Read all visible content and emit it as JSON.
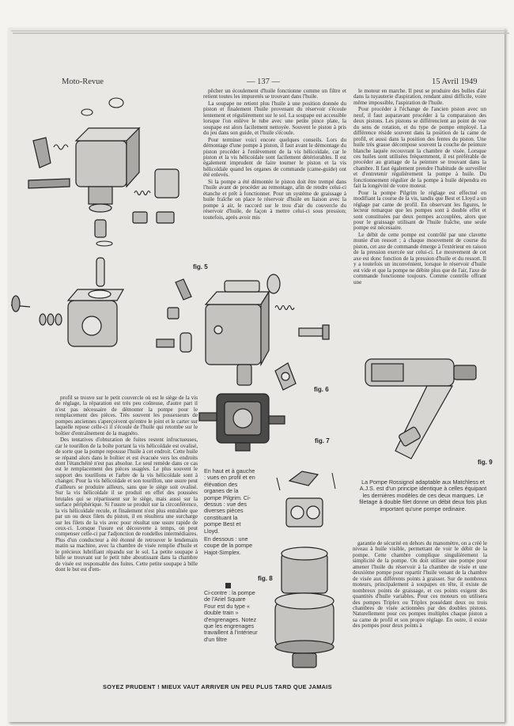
{
  "header": {
    "magazine": "Moto-Revue",
    "page_number": "— 137 —",
    "date": "15 Avril 1949"
  },
  "figures": {
    "fig5": "fig. 5",
    "fig6": "fig. 6",
    "fig7": "fig. 7",
    "fig8": "fig. 8",
    "fig9": "fig. 9"
  },
  "col_mid_top": [
    "pêcher un écoulement d'huile fonctionne comme un filtre et retient toutes les impuretés se trouvant dans l'huile.",
    "La soupape ne retient plus l'huile à une position donnée du piston et finalement l'huile provenant du réservoir s'écoule lentement et régulièrement sur le sol. La soupape est accessible lorsque l'on enlève le tube avec une petite pince plate, la soupape est alors facilement nettoyée. Souvent le piston à pris du jeu dans son guide, et l'huile s'écoule.",
    "Pour terminer voici encore quelques conseils. Lors du démontage d'une pompe à piston, il faut avant le démontage du piston procéder à l'enlèvement de la vis hélicoïdale, car le piston et la vis hélicoïdale sont facilement détériorables. Il est également imprudent de faire tourner le piston et la vis hélicoïdale quand les organes de commande (came-guide) ont été enlevés.",
    "Si la pompe a été démontée le piston doit être trempé dans l'huile avant de procéder au remontage, afin de rendre celui-ci étanche et prêt à fonctionner. Pour un système de graissage à huile fraîche on place le réservoir d'huile en liaison avec la pompe à air, le raccord sur le trou d'air du couvercle du réservoir d'huile, de façon à mettre celui-ci sous pression; toutefois, après avoir mis"
  ],
  "col_right_top": [
    "le moteur en marche. Il peut se produire des bulles d'air dans la tuyauterie d'aspiration, rendant ainsi difficile, voire même impossible, l'aspiration de l'huile.",
    "Pour procéder à l'échange de l'ancien piston avec un neuf, il faut auparavant procéder à la comparaison des deux pistons. Les pistons se différencient au point de vue du sens de rotation, et du type de pompe employé. La différence réside souvent dans la position de la came de profil, et aussi dans la position des fentes du piston. Une huile très grasse décompose souvent la couche de peinture blanche laquée recouvrant la chambre de visée. Lorsque ces huiles sont utilisées fréquemment, il est préférable de procéder au grattage de la peinture se trouvant dans la chambre. Il faut également prendre l'habitude de surveiller et d'entretenir régulièrement la pompe à huile. Du fonctionnement régulier de la pompe à huile dépendra en fait la longévité de votre moteur.",
    "Pour la pompe Pilgrim le réglage est effectué en modifiant la course de la vis, tandis que Best et Lloyd a un réglage par came de profil. En observant les figures, le lecteur remarque que les pompes sont à double effet et sont constituées par deux pompes accouplées, alors que pour le graissage utilisant de l'huile fraîche, une seule pompe est nécessaire.",
    "Le débit de cette pompe est contrôlé par une clavette munie d'un ressort ; à chaque mouvement de course du piston, cet axe de commande émerge à l'extérieur en raison de la pression exercée sur celui-ci. Le mouvement de cet axe est donc fonction de la pression d'huile et du ressort. Il y a toutefois un inconvénient, lorsque le réservoir d'huile est vide et que la pompe ne débite plus que de l'air, l'axe de commande fonctionne toujours. Comme contrôle offrant une"
  ],
  "col_left_bottom": [
    "profil se trouve sur le petit couvercle où est le siège de la vis de réglage, la réparation est très peu coûteuse, d'autre part il n'est pas nécessaire de démonter la pompe pour le remplacement des pièces. Très souvent les possesseurs de pompes anciennes s'aperçoivent qu'entre le joint et le carter sur laquelle repose celle-ci il s'écoule de l'huile qui retombe sur le boîtier d'entraînement de la magnéto.",
    "Des tentatives d'obturation de fuites restent infructueuses, car le tourillon de la boîte portant la vis hélicoïdale est ovalisé, de sorte que la pompe repousse l'huile à cet endroit. Cette huile se répand alors dans le boîtier et est évacuée vers les endroits dont l'étanchéité n'est pas absolue. Le seul remède dans ce cas est le remplacement des pièces usagées. Le plus souvent le support des tourillons et l'arbre de la vis hélicoïdale sont à changer. Pour la vis hélicoïdale et son tourillon, une usure peut d'ailleurs se produire ailleurs, sans que le siège soit ovalisé. Sur la vis hélicoïdale il se produit en effet des poussées brutales qui se répartissent sur le siège, mais aussi sur la surface périphérique. Si l'usure se produit sur la circonférence, la vis hélicoïdale recule, et finalement n'est plus entraînée que par un ou deux filets du piston, il en résultera une surcharge sur les filets de la vis avec pour résultat une usure rapide de ceux-ci. Lorsque l'usure est découverte à temps, on peut compenser celle-ci par l'adjonction de rondelles intermédiaires. Plus d'un conducteur a été étonné de retrouver le lendemain matin sa machine, avec la chambre de visée remplie d'huile et le précieux lubrifiant répandu sur le sol. La petite soupape à bille se trouvant sur le petit tube aboutissant dans la chambre de visée est responsable des fuites. Cette petite soupape à bille dont le but est d'em-"
  ],
  "caption_fig67": [
    "En haut et à gauche : vues en profil et en élévation des organes de la pompe Pilgrim. Ci-dessus : vue des diverses pièces constituant la pompe Best et Lloyd.",
    "En dessous : une coupe de la pompe Hajot-Simplex."
  ],
  "caption_fig8": "Ci-contre : la pompe de l'Ariel Square Four est du type « double train » d'engrenages. Notez que les engrenages travaillent à l'intérieur d'un filtre",
  "caption_fig9": "La Pompe Rossignol adaptable aux Matchless et A.J.S. est d'un principe identique à celles équipant les dernières modèles de ces deux marques. Le filetage à double filet donne un débit deux fois plus important qu'une pompe ordinaire.",
  "col_right_bottom": [
    "garantie de sécurité en dehors du manomètre, on a créé le niveau à huile visible, permettant de voir le débit de la pompe. Cette chambre complique singulièrement la simplicité de la pompe. On doit utiliser une pompe pour amener l'huile du réservoir à la chambre de visée et une deuxième pompe pour repartir l'huile venant de la chambre de visée aux différents points à graisser. Sur de nombreux moteurs, principalement à soupapes en tête, il existe de nombreux points de graissage, et ces points exigent des quantités d'huile variables. Pour ces moteurs on utilisera des pompes Triplex ou Triplex possédant deux ou trois chambres de visée actionnées par des doubles pistons. Naturellement pour ces pompes multiples chaque piston a sa came de profil et son propre réglage. En outre, il existe des pompes pour deux points à"
  ],
  "footer": "SOYEZ PRUDENT ! MIEUX VAUT ARRIVER UN PEU PLUS TARD QUE JAMAIS"
}
